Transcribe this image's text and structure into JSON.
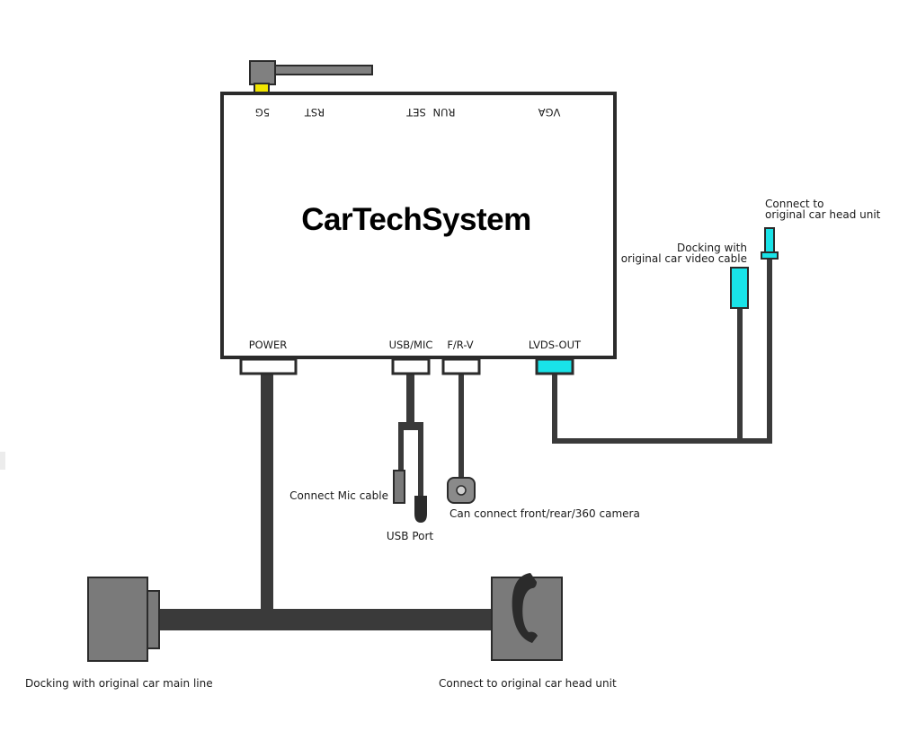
{
  "brand": "CarTechSystem",
  "top_ports": {
    "p5g": "5G",
    "rst": "RST",
    "set": "SET",
    "run": "RUN",
    "vga": "VGA"
  },
  "bottom_ports": {
    "power": "POWER",
    "usb_mic": "USB/MIC",
    "fr_v": "F/R-V",
    "lvds_out": "LVDS-OUT"
  },
  "labels": {
    "connect_head_unit_top_1": "Connect to",
    "connect_head_unit_top_2": "original car head unit",
    "docking_video_1": "Docking with",
    "docking_video_2": "original car video cable",
    "mic_cable": "Connect Mic cable",
    "usb_port": "USB Port",
    "camera": "Can connect front/rear/360 camera",
    "main_line": "Docking with original car main line",
    "head_unit_bottom": "Connect to original car head unit"
  },
  "colors": {
    "cable": "#3a3a3a",
    "outline": "#2b2b2b",
    "plug_gray": "#7a7a7a",
    "antenna_gray": "#808080",
    "accent_yellow": "#f2e600",
    "accent_cyan": "#19e3e8"
  },
  "icons": {
    "antenna": "antenna-icon",
    "phone": "phone-handset-icon",
    "camera": "camera-icon"
  }
}
